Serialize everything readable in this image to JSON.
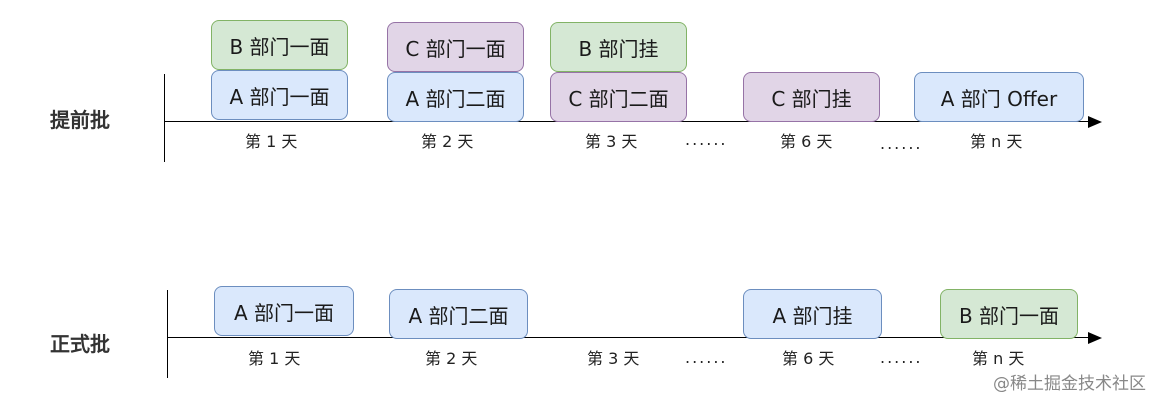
{
  "rows": {
    "advance": {
      "label": "提前批",
      "days": [
        "第 1 天",
        "第 2 天",
        "第 3 天",
        "第 6 天",
        "第 n 天"
      ],
      "dots": [
        "......",
        "......"
      ],
      "boxes": [
        {
          "text": "B 部门一面",
          "color": "green"
        },
        {
          "text": "A 部门一面",
          "color": "blue"
        },
        {
          "text": "C 部门一面",
          "color": "purple"
        },
        {
          "text": "A 部门二面",
          "color": "blue"
        },
        {
          "text": "B 部门挂",
          "color": "green"
        },
        {
          "text": "C 部门二面",
          "color": "purple"
        },
        {
          "text": "C 部门挂",
          "color": "purple"
        },
        {
          "text": "A 部门 Offer",
          "color": "blue"
        }
      ]
    },
    "formal": {
      "label": "正式批",
      "days": [
        "第 1 天",
        "第 2 天",
        "第 3 天",
        "第 6 天",
        "第 n 天"
      ],
      "dots": [
        "......",
        "......"
      ],
      "boxes": [
        {
          "text": "A 部门一面",
          "color": "blue"
        },
        {
          "text": "A 部门二面",
          "color": "blue"
        },
        {
          "text": "A 部门挂",
          "color": "blue"
        },
        {
          "text": "B 部门一面",
          "color": "green"
        }
      ]
    }
  },
  "colors": {
    "green_fill": "#d5e8d4",
    "green_border": "#82b366",
    "purple_fill": "#e1d5e7",
    "purple_border": "#9673a6",
    "blue_fill": "#dae8fc",
    "blue_border": "#6c8ebf"
  },
  "watermark": "@稀土掘金技术社区"
}
